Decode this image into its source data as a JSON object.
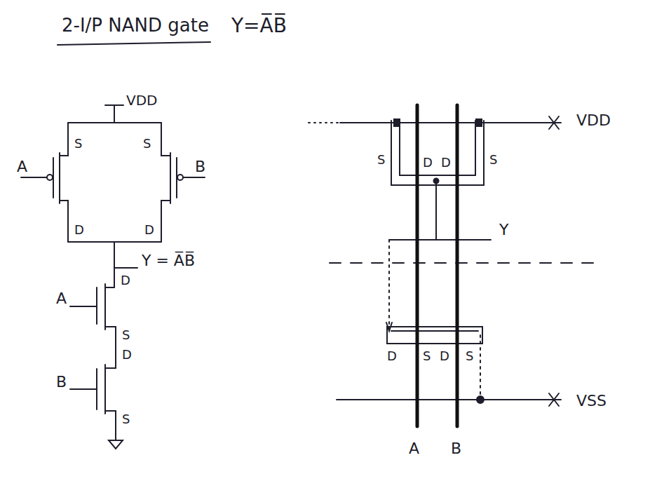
{
  "diagram": {
    "title": "2-I/P NAND gate",
    "labels": [
      "Y=A̅B̅",
      "VDD",
      "A",
      "S",
      "S",
      "B",
      "D",
      "D",
      "Y = A̅B̅",
      "A",
      "D",
      "S",
      "D",
      "B",
      "S",
      "VDD",
      "S",
      "D",
      "D",
      "S",
      "Y",
      "D",
      "S",
      "D",
      "S",
      "VSS",
      "A",
      "B"
    ]
  }
}
